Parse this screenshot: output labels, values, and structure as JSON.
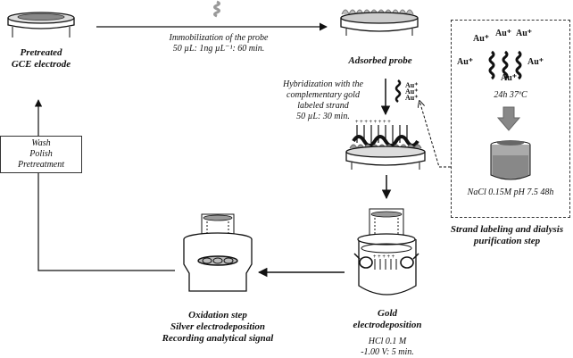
{
  "steps": {
    "pretreated": [
      "Pretreated",
      "GCE electrode"
    ],
    "immobilization": [
      "Immobilization of the probe",
      "50 µL: 1ng µL⁻¹: 60 min."
    ],
    "adsorbed": "Adsorbed probe",
    "hybridization": [
      "Hybridization with the",
      "complementary gold",
      "labeled strand",
      "50 µL: 30 min."
    ],
    "gold": [
      "Gold",
      "electrodeposition"
    ],
    "gold_conditions": [
      "HCl 0.1 M",
      "-1.00 V: 5 min."
    ],
    "oxidation": [
      "Oxidation step",
      "Silver electrodeposition",
      "Recording analytical signal"
    ],
    "wash": [
      "Wash",
      "Polish",
      "Pretreatment"
    ]
  },
  "labeling": {
    "ion": "Au⁺",
    "incubation": "24h 37ºC",
    "buffer": "NaCl 0.15M pH 7.5 48h",
    "caption": [
      "Strand labeling and dialysis",
      "purification step"
    ]
  }
}
